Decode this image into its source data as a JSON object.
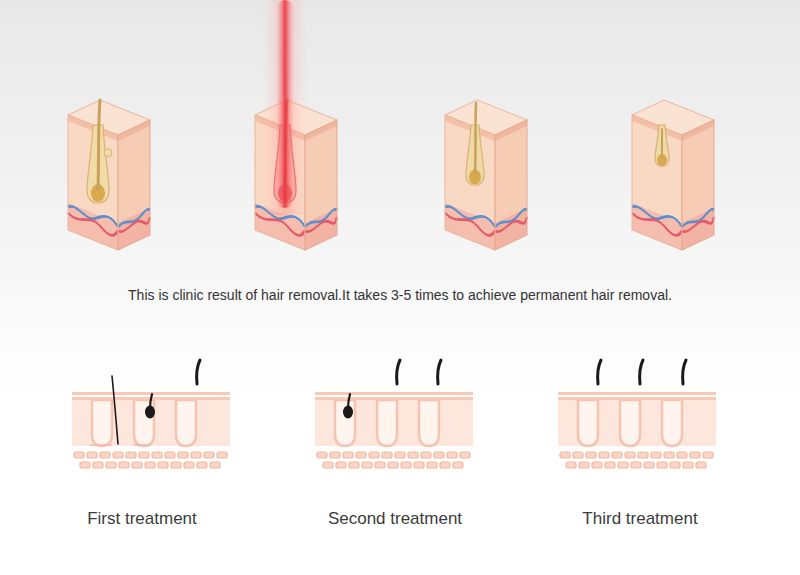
{
  "diagram": {
    "caption": "This is clinic result of hair removal.It takes 3-5 times to achieve permanent hair removal.",
    "labels": [
      "First treatment",
      "Second treatment",
      "Third treatment"
    ]
  }
}
